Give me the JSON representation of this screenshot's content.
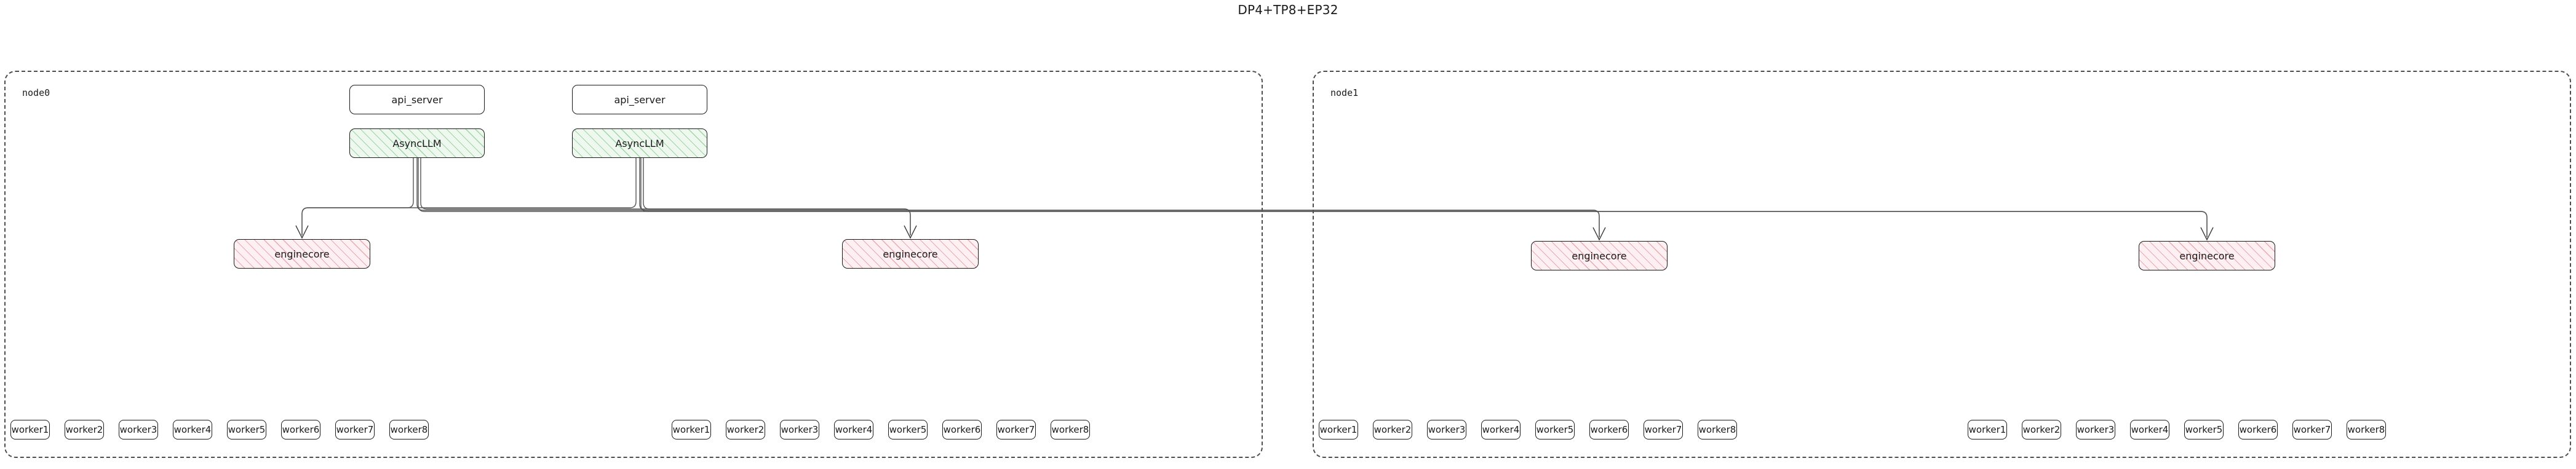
{
  "title": "DP4+TP8+EP32",
  "nodes": [
    {
      "label": "node0",
      "servers": [
        {
          "api": "api_server",
          "async": "AsyncLLM"
        },
        {
          "api": "api_server",
          "async": "AsyncLLM"
        }
      ],
      "engines": [
        {
          "label": "enginecore"
        },
        {
          "label": "enginecore"
        }
      ],
      "worker_groups": [
        {
          "workers": [
            "worker1",
            "worker2",
            "worker3",
            "worker4",
            "worker5",
            "worker6",
            "worker7",
            "worker8"
          ]
        },
        {
          "workers": [
            "worker1",
            "worker2",
            "worker3",
            "worker4",
            "worker5",
            "worker6",
            "worker7",
            "worker8"
          ]
        }
      ]
    },
    {
      "label": "node1",
      "servers": [],
      "engines": [
        {
          "label": "enginecore"
        },
        {
          "label": "enginecore"
        }
      ],
      "worker_groups": [
        {
          "workers": [
            "worker1",
            "worker2",
            "worker3",
            "worker4",
            "worker5",
            "worker6",
            "worker7",
            "worker8"
          ]
        },
        {
          "workers": [
            "worker1",
            "worker2",
            "worker3",
            "worker4",
            "worker5",
            "worker6",
            "worker7",
            "worker8"
          ]
        }
      ]
    }
  ],
  "colors": {
    "async_fill": "#eef8ef",
    "async_hatch": "#57ba6a",
    "engine_fill": "#fdf0f2",
    "engine_hatch": "#e07882",
    "node_border": "#4d4d4d",
    "box_border": "#1b1b1b",
    "edge": "#565656",
    "text": "#1a1a1a"
  },
  "edges": {
    "description": "each AsyncLLM fans out to every enginecore across both nodes",
    "count": 8
  }
}
